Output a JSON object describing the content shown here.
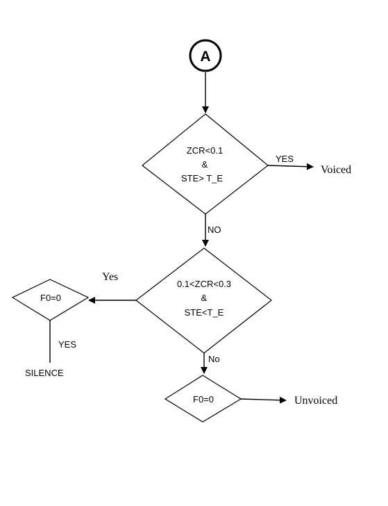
{
  "connector": {
    "label": "A"
  },
  "decision1": {
    "lines": [
      "ZCR<0.1",
      "&",
      "STE> T_E"
    ],
    "yes_label": "YES",
    "yes_target": "Voiced",
    "no_label": "NO"
  },
  "decision2": {
    "lines": [
      "0.1<ZCR<0.3",
      "&",
      "STE<T_E"
    ],
    "yes_label": "Yes",
    "no_label": "No"
  },
  "left_box": {
    "label": "F0=0",
    "yes_label": "YES",
    "target": "SILENCE"
  },
  "bottom_box": {
    "label": "F0=0",
    "target": "Unvoiced"
  }
}
